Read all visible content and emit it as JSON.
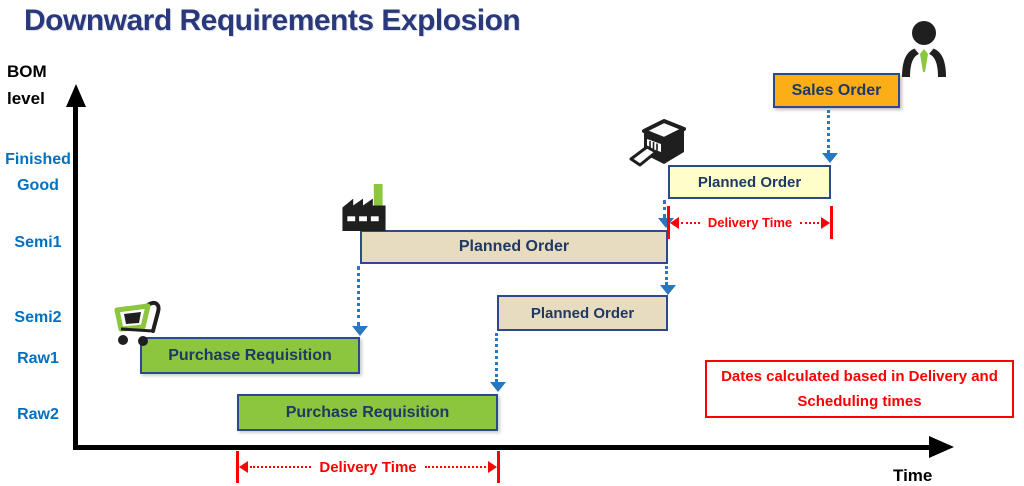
{
  "title": "Downward Requirements Explosion",
  "axes": {
    "y_title": "BOM level",
    "x_title": "Time"
  },
  "levels": {
    "finished_good": "Finished Good",
    "semi1": "Semi1",
    "semi2": "Semi2",
    "raw1": "Raw1",
    "raw2": "Raw2"
  },
  "boxes": {
    "sales_order": {
      "label": "Sales Order",
      "level": "Finished Good"
    },
    "planned_order_fg": {
      "label": "Planned Order",
      "level": "Finished Good"
    },
    "planned_order_semi1": {
      "label": "Planned Order",
      "level": "Semi1"
    },
    "planned_order_semi2": {
      "label": "Planned Order",
      "level": "Semi2"
    },
    "purchase_requisition_raw1": {
      "label": "Purchase Requisition",
      "level": "Raw1"
    },
    "purchase_requisition_raw2": {
      "label": "Purchase Requisition",
      "level": "Raw2"
    }
  },
  "annotations": {
    "delivery_time_top": "Delivery Time",
    "delivery_time_bottom": "Delivery Time",
    "note": "Dates calculated based in Delivery and Scheduling times"
  },
  "icons": {
    "person": "customer-person-icon",
    "factory": "factory-icon",
    "package": "goods-package-icon",
    "cart": "shopping-cart-icon"
  },
  "colors": {
    "title_navy": "#29397B",
    "label_blue": "#0070C0",
    "box_text_navy": "#1F3864",
    "box_border_navy": "#2B4A8B",
    "sales_order_fill": "#FBAE17",
    "planned_order_fg_fill": "#FFFFCC",
    "planned_order_fill": "#E8DCC0",
    "purchase_req_fill": "#8CC63E",
    "arrow_blue": "#2778BE",
    "annotation_red": "#FF0000",
    "axis_black": "#000000",
    "icon_green": "#8CC63F",
    "icon_black": "#1F1F1F"
  }
}
